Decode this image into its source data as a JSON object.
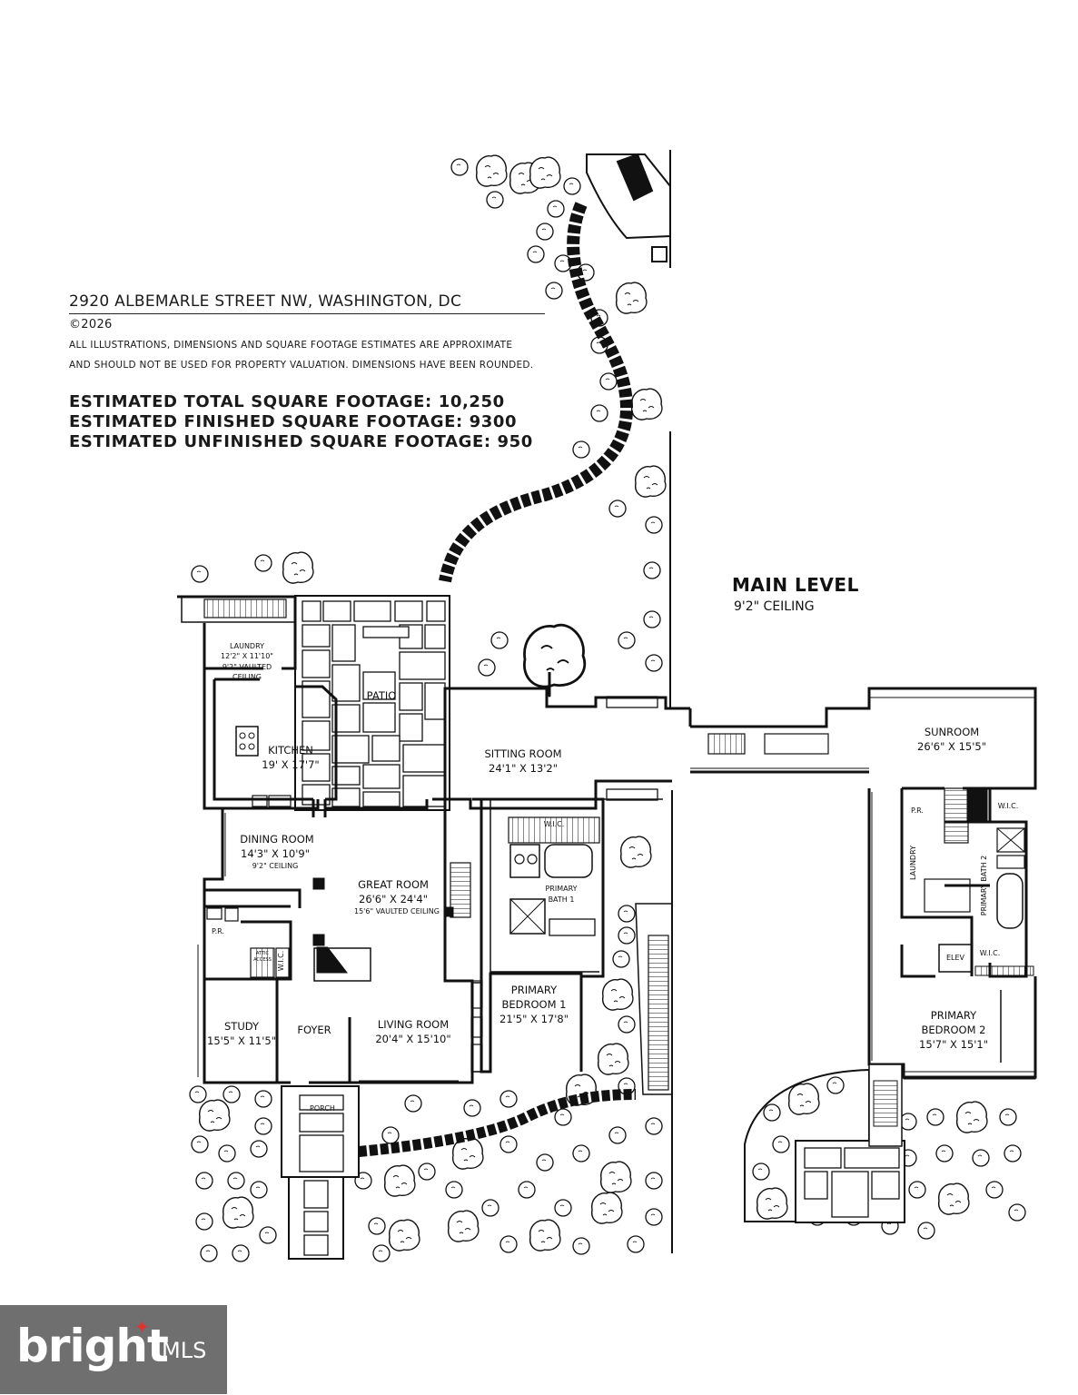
{
  "header": {
    "address": "2920 ALBEMARLE STREET NW, WASHINGTON, DC",
    "copyright": "©2026",
    "disclaimer_line1": "ALL ILLUSTRATIONS, DIMENSIONS AND SQUARE FOOTAGE ESTIMATES ARE APPROXIMATE",
    "disclaimer_line2": "AND  SHOULD NOT BE USED FOR PROPERTY VALUATION. DIMENSIONS HAVE BEEN ROUNDED.",
    "total_sqft": "ESTIMATED TOTAL SQUARE FOOTAGE: 10,250",
    "finished_sqft": "ESTIMATED FINISHED SQUARE FOOTAGE: 9300",
    "unfinished_sqft": "ESTIMATED UNFINISHED SQUARE FOOTAGE: 950"
  },
  "level": {
    "title": "MAIN LEVEL",
    "ceiling": "9'2\" CEILING"
  },
  "rooms": {
    "laundry": {
      "name": "LAUNDRY",
      "dims": "12'2\" X 11'10\"",
      "note1": "9'2\" VAULTED",
      "note2": "CEILING"
    },
    "patio": {
      "name": "PATIO"
    },
    "kitchen": {
      "name": "KITCHEN",
      "dims": "19' X 17'7\""
    },
    "sitting_room": {
      "name": "SITTING ROOM",
      "dims": "24'1\" X 13'2\""
    },
    "sunroom": {
      "name": "SUNROOM",
      "dims": "26'6\" X 15'5\""
    },
    "dining_room": {
      "name": "DINING ROOM",
      "dims": "14'3\" X 10'9\"",
      "note": "9'2\" CEILING"
    },
    "great_room": {
      "name": "GREAT ROOM",
      "dims": "26'6\" X 24'4\"",
      "note": "15'6\" VAULTED CEILING"
    },
    "wic_1": {
      "name": "W.I.C."
    },
    "primary_bath_1": {
      "name1": "PRIMARY",
      "name2": "BATH 1"
    },
    "pr_1": {
      "name": "P.R."
    },
    "pr_2": {
      "name": "P.R."
    },
    "wic_2": {
      "name": "W.I.C."
    },
    "laundry_2": {
      "name": "LAUNDRY"
    },
    "primary_bath_2": {
      "name": "PRIMARY BATH 2"
    },
    "elev": {
      "name": "ELEV"
    },
    "wic_3": {
      "name": "W.I.C."
    },
    "wic_study": {
      "name": "W.I.C."
    },
    "attic": {
      "name1": "ATTIC",
      "name2": "ACCESS"
    },
    "primary_bedroom_1": {
      "name1": "PRIMARY",
      "name2": "BEDROOM 1",
      "dims": "21'5\" X 17'8\""
    },
    "primary_bedroom_2": {
      "name1": "PRIMARY",
      "name2": "BEDROOM 2",
      "dims": "15'7\" X 15'1\""
    },
    "study": {
      "name": "STUDY",
      "dims": "15'5\" X 11'5\""
    },
    "foyer": {
      "name": "FOYER"
    },
    "living_room": {
      "name": "LIVING ROOM",
      "dims": "20'4\" X 15'10\""
    },
    "porch": {
      "name": "PORCH"
    }
  },
  "logo": {
    "brand": "bright",
    "suffix": "MLS"
  },
  "colors": {
    "line": "#111111",
    "logo_bg": "#6f6f6f",
    "logo_accent": "#e2322b"
  }
}
